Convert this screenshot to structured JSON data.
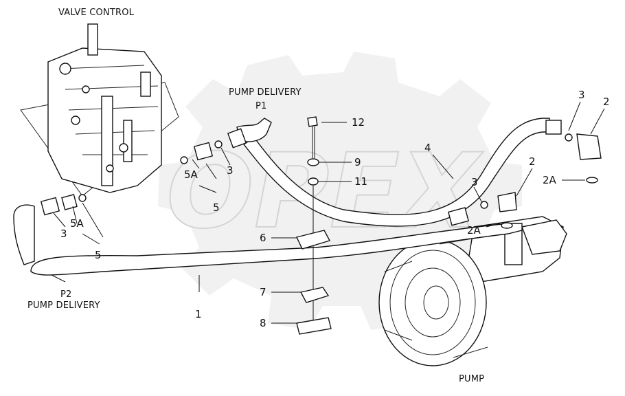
{
  "labels": {
    "valve_control": "VALVE CONTROL",
    "pump_delivery_p1": "PUMP DELIVERY",
    "p1": "P1",
    "p2": "P2",
    "pump_delivery_p2": "PUMP DELIVERY",
    "pump": "PUMP",
    "watermark": "OPEX"
  },
  "callouts": {
    "c1": "1",
    "c2a": "2",
    "c2b": "2",
    "c2A_a": "2A",
    "c2A_b": "2A",
    "c3a": "3",
    "c3b": "3",
    "c3c": "3",
    "c3d": "3",
    "c4": "4",
    "c5a": "5",
    "c5b": "5",
    "c5A_a": "5A",
    "c5A_b": "5A",
    "c6": "6",
    "c7": "7",
    "c8": "8",
    "c9": "9",
    "c11": "11",
    "c12": "12"
  }
}
